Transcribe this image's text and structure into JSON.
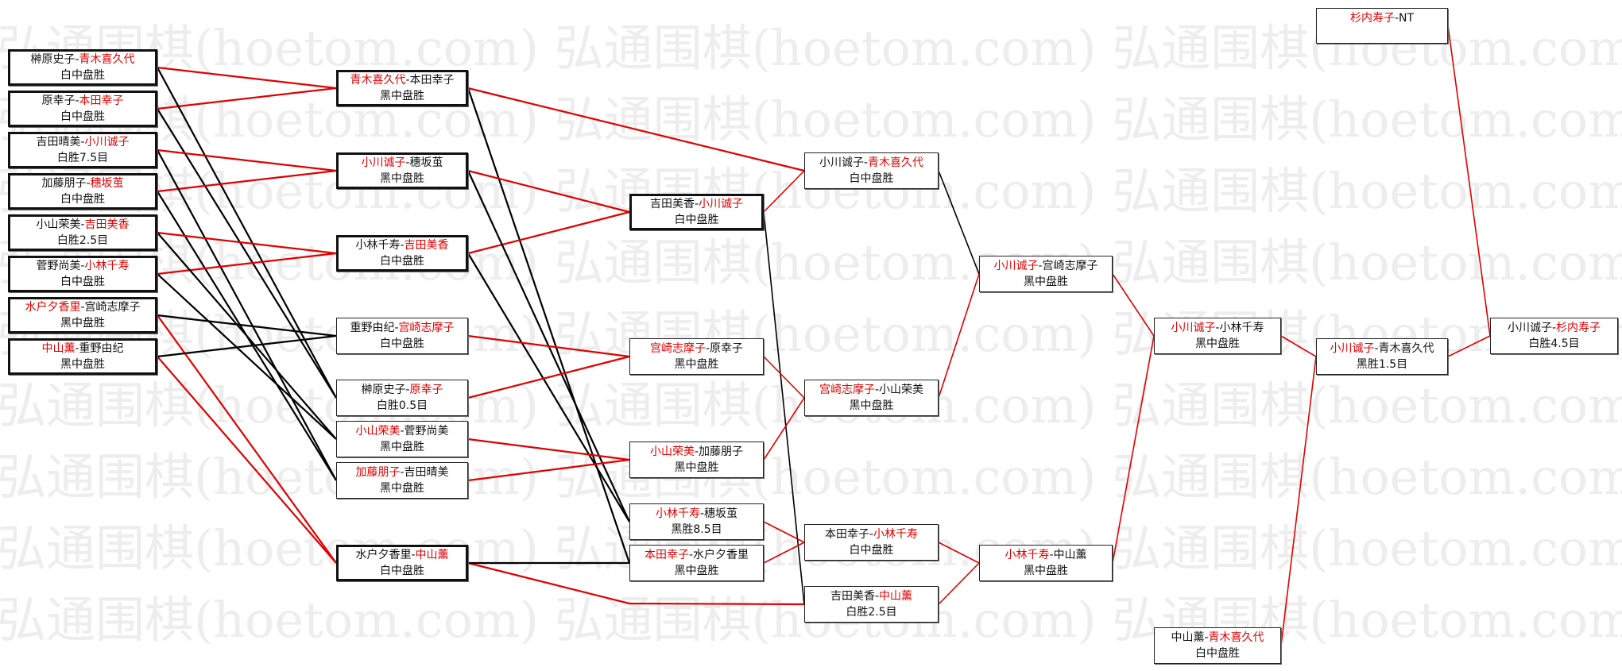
{
  "watermark": "弘通围棋(hoetom.com)",
  "colors": {
    "winner": "#e00000",
    "loser": "#111111",
    "line_red": "#e00000",
    "line_black": "#000000"
  },
  "matches": [
    {
      "id": "r1a",
      "p1": "榊原史子",
      "p2": "青木喜久代",
      "winner": 2,
      "result": "白中盘胜",
      "emphasis": true
    },
    {
      "id": "r1b",
      "p1": "原幸子",
      "p2": "本田幸子",
      "winner": 2,
      "result": "白中盘胜",
      "emphasis": true
    },
    {
      "id": "r1c",
      "p1": "吉田晴美",
      "p2": "小川诚子",
      "winner": 2,
      "result": "白胜7.5目",
      "emphasis": true
    },
    {
      "id": "r1d",
      "p1": "加藤朋子",
      "p2": "穗坂茧",
      "winner": 2,
      "result": "白中盘胜",
      "emphasis": true
    },
    {
      "id": "r1e",
      "p1": "小山荣美",
      "p2": "吉田美香",
      "winner": 2,
      "result": "白胜2.5目",
      "emphasis": true
    },
    {
      "id": "r1f",
      "p1": "菅野尚美",
      "p2": "小林千寿",
      "winner": 2,
      "result": "白中盘胜",
      "emphasis": true
    },
    {
      "id": "r1g",
      "p1": "水户夕香里",
      "p2": "宫崎志摩子",
      "winner": 1,
      "result": "黑中盘胜",
      "emphasis": true
    },
    {
      "id": "r1h",
      "p1": "中山薰",
      "p2": "重野由纪",
      "winner": 1,
      "result": "黑中盘胜",
      "emphasis": true
    },
    {
      "id": "c1a",
      "p1": "青木喜久代",
      "p2": "本田幸子",
      "winner": 1,
      "result": "黑中盘胜",
      "emphasis": true
    },
    {
      "id": "c1b",
      "p1": "小川诚子",
      "p2": "穗坂茧",
      "winner": 1,
      "result": "黑中盘胜",
      "emphasis": true
    },
    {
      "id": "c1c",
      "p1": "小林千寿",
      "p2": "吉田美香",
      "winner": 2,
      "result": "白中盘胜",
      "emphasis": true
    },
    {
      "id": "c1d",
      "p1": "重野由纪",
      "p2": "宫崎志摩子",
      "winner": 2,
      "result": "白中盘胜",
      "emphasis": false
    },
    {
      "id": "c1e",
      "p1": "榊原史子",
      "p2": "原幸子",
      "winner": 2,
      "result": "白胜0.5目",
      "emphasis": false
    },
    {
      "id": "c1f",
      "p1": "小山荣美",
      "p2": "菅野尚美",
      "winner": 1,
      "result": "黑中盘胜",
      "emphasis": false
    },
    {
      "id": "c1g",
      "p1": "加藤朋子",
      "p2": "吉田晴美",
      "winner": 1,
      "result": "黑中盘胜",
      "emphasis": false
    },
    {
      "id": "c1h",
      "p1": "水户夕香里",
      "p2": "中山薰",
      "winner": 2,
      "result": "白中盘胜",
      "emphasis": true
    },
    {
      "id": "c2a",
      "p1": "吉田美香",
      "p2": "小川诚子",
      "winner": 2,
      "result": "白中盘胜",
      "emphasis": true
    },
    {
      "id": "c2b",
      "p1": "宫崎志摩子",
      "p2": "原幸子",
      "winner": 1,
      "result": "黑中盘胜",
      "emphasis": false
    },
    {
      "id": "c2c",
      "p1": "小山荣美",
      "p2": "加藤朋子",
      "winner": 1,
      "result": "黑中盘胜",
      "emphasis": false
    },
    {
      "id": "c2d",
      "p1": "小林千寿",
      "p2": "穗坂茧",
      "winner": 1,
      "result": "黑胜8.5目",
      "emphasis": false
    },
    {
      "id": "c2e",
      "p1": "本田幸子",
      "p2": "水户夕香里",
      "winner": 1,
      "result": "黑中盘胜",
      "emphasis": false
    },
    {
      "id": "c3a",
      "p1": "小川诚子",
      "p2": "青木喜久代",
      "winner": 2,
      "result": "白中盘胜",
      "emphasis": false
    },
    {
      "id": "c3b",
      "p1": "宫崎志摩子",
      "p2": "小山荣美",
      "winner": 1,
      "result": "黑中盘胜",
      "emphasis": false
    },
    {
      "id": "c3c",
      "p1": "本田幸子",
      "p2": "小林千寿",
      "winner": 2,
      "result": "白中盘胜",
      "emphasis": false
    },
    {
      "id": "c3d",
      "p1": "吉田美香",
      "p2": "中山薰",
      "winner": 2,
      "result": "白胜2.5目",
      "emphasis": false
    },
    {
      "id": "c4a",
      "p1": "小川诚子",
      "p2": "宫崎志摩子",
      "winner": 1,
      "result": "黑中盘胜",
      "emphasis": false
    },
    {
      "id": "c4b",
      "p1": "小林千寿",
      "p2": "中山薰",
      "winner": 1,
      "result": "黑中盘胜",
      "emphasis": false
    },
    {
      "id": "c5a",
      "p1": "小川诚子",
      "p2": "小林千寿",
      "winner": 1,
      "result": "黑中盘胜",
      "emphasis": false
    },
    {
      "id": "c5b",
      "p1": "中山薰",
      "p2": "青木喜久代",
      "winner": 2,
      "result": "白中盘胜",
      "emphasis": false
    },
    {
      "id": "c6a",
      "p1": "小川诚子",
      "p2": "青木喜久代",
      "winner": 1,
      "result": "黑胜1.5目",
      "emphasis": false
    },
    {
      "id": "top",
      "p1": "杉内寿子",
      "p2": "NT",
      "winner": 1,
      "result": "",
      "emphasis": false
    },
    {
      "id": "final",
      "p1": "小川诚子",
      "p2": "杉内寿子",
      "winner": 2,
      "result": "白胜4.5目",
      "emphasis": false
    }
  ],
  "connections": [
    [
      "r1a",
      "c1a",
      "red"
    ],
    [
      "r1b",
      "c1a",
      "red"
    ],
    [
      "r1a",
      "c1e",
      "black"
    ],
    [
      "r1b",
      "c1e",
      "black"
    ],
    [
      "r1c",
      "c1b",
      "red"
    ],
    [
      "r1d",
      "c1b",
      "red"
    ],
    [
      "r1c",
      "c1g",
      "black"
    ],
    [
      "r1d",
      "c1g",
      "black"
    ],
    [
      "r1e",
      "c1c",
      "red"
    ],
    [
      "r1f",
      "c1c",
      "red"
    ],
    [
      "r1e",
      "c1f",
      "black"
    ],
    [
      "r1f",
      "c1f",
      "black"
    ],
    [
      "r1g",
      "c1h",
      "red"
    ],
    [
      "r1h",
      "c1h",
      "red"
    ],
    [
      "r1g",
      "c1d",
      "black"
    ],
    [
      "r1h",
      "c1d",
      "black"
    ],
    [
      "c1a",
      "c3a",
      "red"
    ],
    [
      "c1a",
      "c2e",
      "black"
    ],
    [
      "c1b",
      "c2a",
      "red"
    ],
    [
      "c1c",
      "c2a",
      "red"
    ],
    [
      "c1b",
      "c2d",
      "black"
    ],
    [
      "c1c",
      "c2d",
      "black"
    ],
    [
      "c1d",
      "c2b",
      "red"
    ],
    [
      "c1e",
      "c2b",
      "red"
    ],
    [
      "c1f",
      "c2c",
      "red"
    ],
    [
      "c1g",
      "c2c",
      "red"
    ],
    [
      "c1h",
      "c3d",
      "red-elbow"
    ],
    [
      "c1h",
      "c2e",
      "black"
    ],
    [
      "c2a",
      "c3a",
      "red"
    ],
    [
      "c2a",
      "c3d",
      "black"
    ],
    [
      "c2b",
      "c3b",
      "red"
    ],
    [
      "c2c",
      "c3b",
      "red"
    ],
    [
      "c2d",
      "c3c",
      "red"
    ],
    [
      "c2e",
      "c3c",
      "red"
    ],
    [
      "c3a",
      "c4a",
      "black"
    ],
    [
      "c3b",
      "c4a",
      "red"
    ],
    [
      "c3c",
      "c4b",
      "red"
    ],
    [
      "c3d",
      "c4b",
      "red"
    ],
    [
      "c4a",
      "c5a",
      "red"
    ],
    [
      "c4b",
      "c5a",
      "red"
    ],
    [
      "c5a",
      "c6a",
      "red"
    ],
    [
      "c5b",
      "c6a",
      "red"
    ],
    [
      "c6a",
      "final",
      "red"
    ],
    [
      "top",
      "final",
      "red"
    ]
  ]
}
